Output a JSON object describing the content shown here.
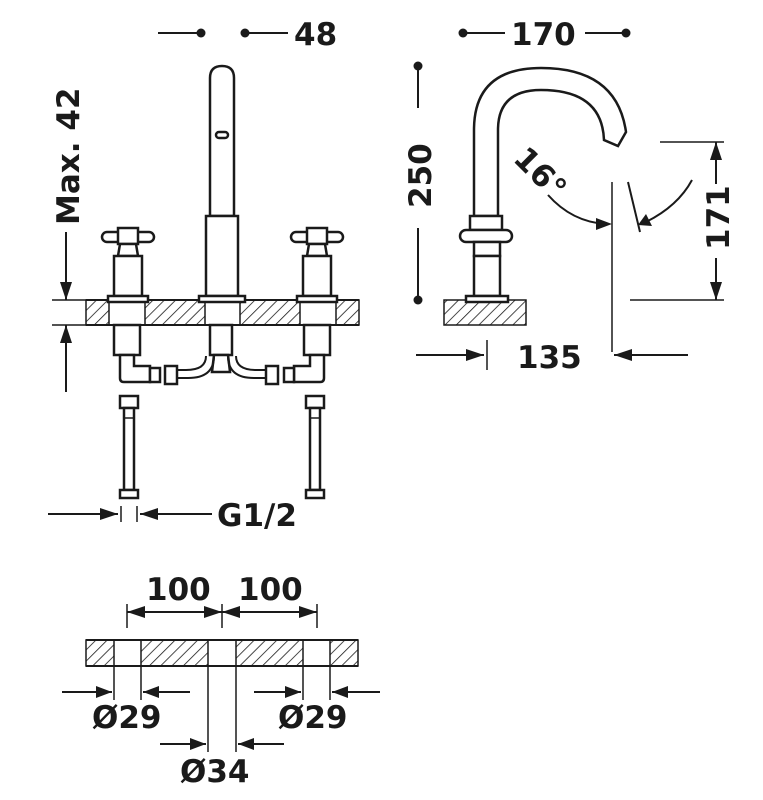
{
  "dimensions": {
    "spout_width": "48",
    "max_deck": "Max. 42",
    "height": "250",
    "reach": "170",
    "angle": "16°",
    "spout_height": "171",
    "spout_projection": "135",
    "connection": "G1/2",
    "spacing_left": "100",
    "spacing_right": "100",
    "hole_left": "Ø29",
    "hole_right": "Ø29",
    "hole_center": "Ø34"
  }
}
